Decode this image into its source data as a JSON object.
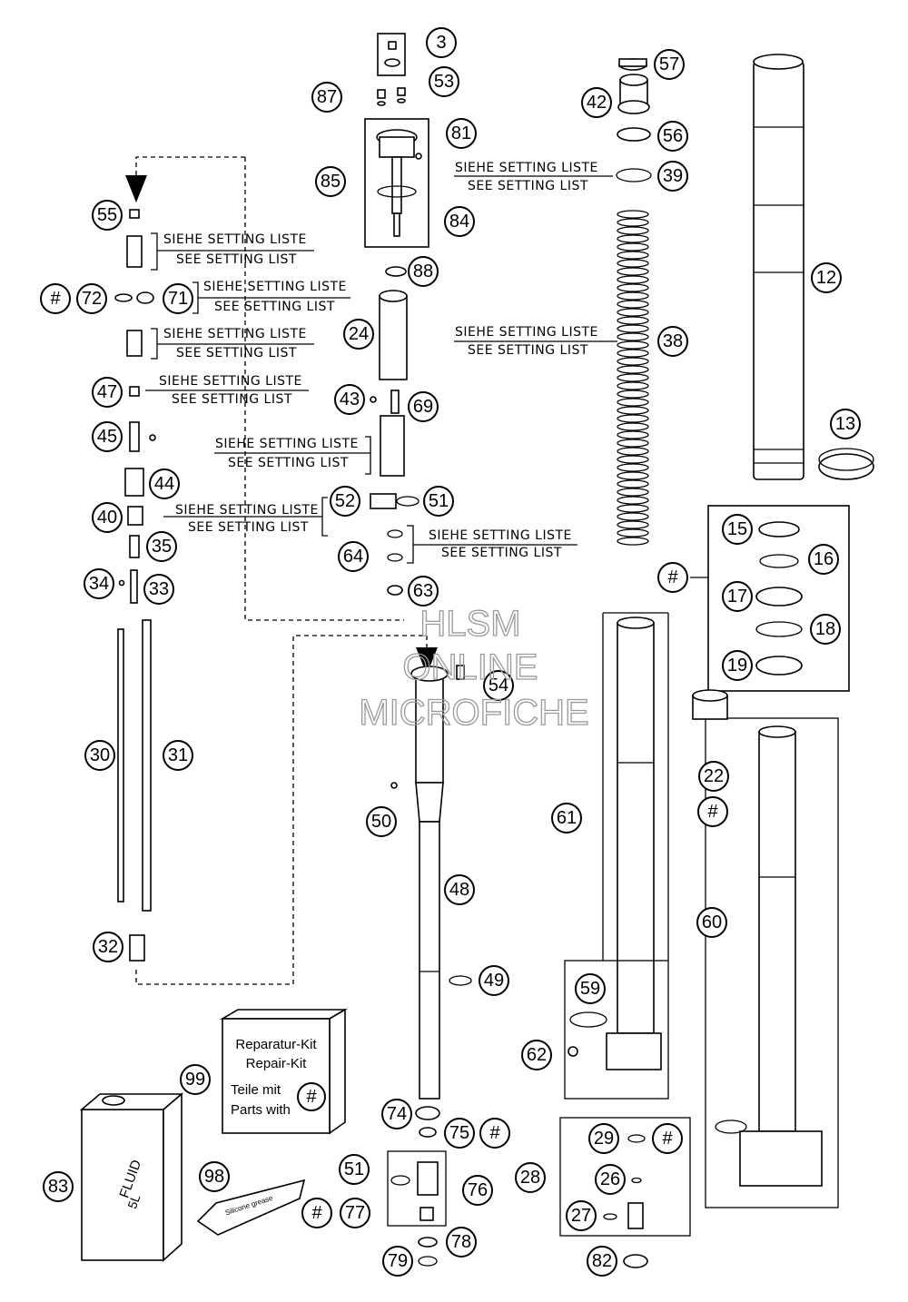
{
  "notes": {
    "siehe": "SIEHE SETTING LISTE",
    "see": "SEE SETTING LIST"
  },
  "kit": {
    "line1": "Reparatur-Kit",
    "line2": "Repair-Kit",
    "line3": "Teile mit",
    "line4": "Parts with",
    "hash": "#"
  },
  "can_label_1": "FLUID",
  "can_label_2": "5L",
  "tube_label": "Silicone grease",
  "watermark": {
    "line1": "HLSM",
    "line2": "ONLINE",
    "line3": "MICROFICHE"
  },
  "callouts": [
    "3",
    "87",
    "53",
    "57",
    "42",
    "56",
    "39",
    "81",
    "85",
    "84",
    "12",
    "55",
    "88",
    "24",
    "38",
    "72",
    "71",
    "47",
    "43",
    "69",
    "45",
    "44",
    "40",
    "35",
    "52",
    "51",
    "13",
    "64",
    "15",
    "16",
    "17",
    "18",
    "19",
    "34",
    "33",
    "63",
    "54",
    "30",
    "31",
    "22",
    "61",
    "60",
    "48",
    "50",
    "32",
    "49",
    "59",
    "62",
    "99",
    "83",
    "98",
    "74",
    "75",
    "51",
    "76",
    "77",
    "78",
    "79",
    "28",
    "29",
    "26",
    "27",
    "82",
    "#"
  ]
}
